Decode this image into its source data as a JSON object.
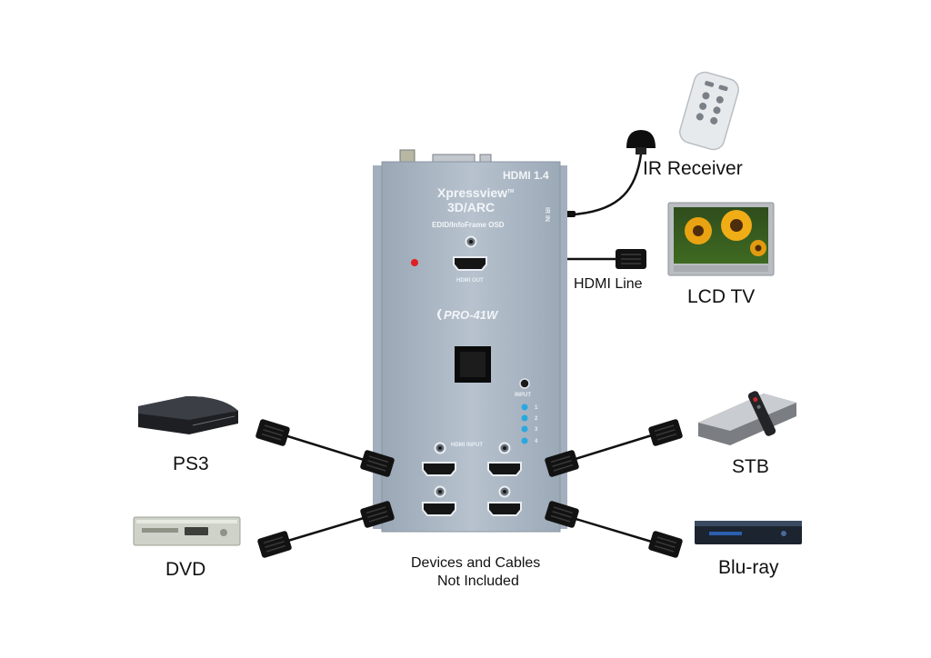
{
  "labels": {
    "ir_receiver": "IR Receiver",
    "lcd_tv": "LCD TV",
    "hdmi_line": "HDMI Line",
    "ps3": "PS3",
    "dvd": "DVD",
    "stb": "STB",
    "bluray": "Blu-ray",
    "note_line1": "Devices and Cables",
    "note_line2": "Not Included"
  },
  "device": {
    "version": "HDMI 1.4",
    "brand": "Xpressview",
    "brand_tm": "TM",
    "model_line": "3D/ARC",
    "feature": "EDID/InfoFrame OSD",
    "hdmi_out": "HDMI OUT",
    "ir_in": "IR IN",
    "logo": "PRO-41W",
    "input_label": "INPUT",
    "hdmi_input": "HDMI INPUT",
    "input_leds": [
      "1",
      "2",
      "3",
      "4"
    ]
  },
  "colors": {
    "panel": "#aab6c3",
    "led_blue": "#2aa8e0",
    "led_red": "#e02020",
    "cable": "#111111"
  },
  "icons": {
    "remote": "remote-control-icon",
    "ir": "ir-receiver-icon",
    "tv": "lcd-tv-icon"
  }
}
